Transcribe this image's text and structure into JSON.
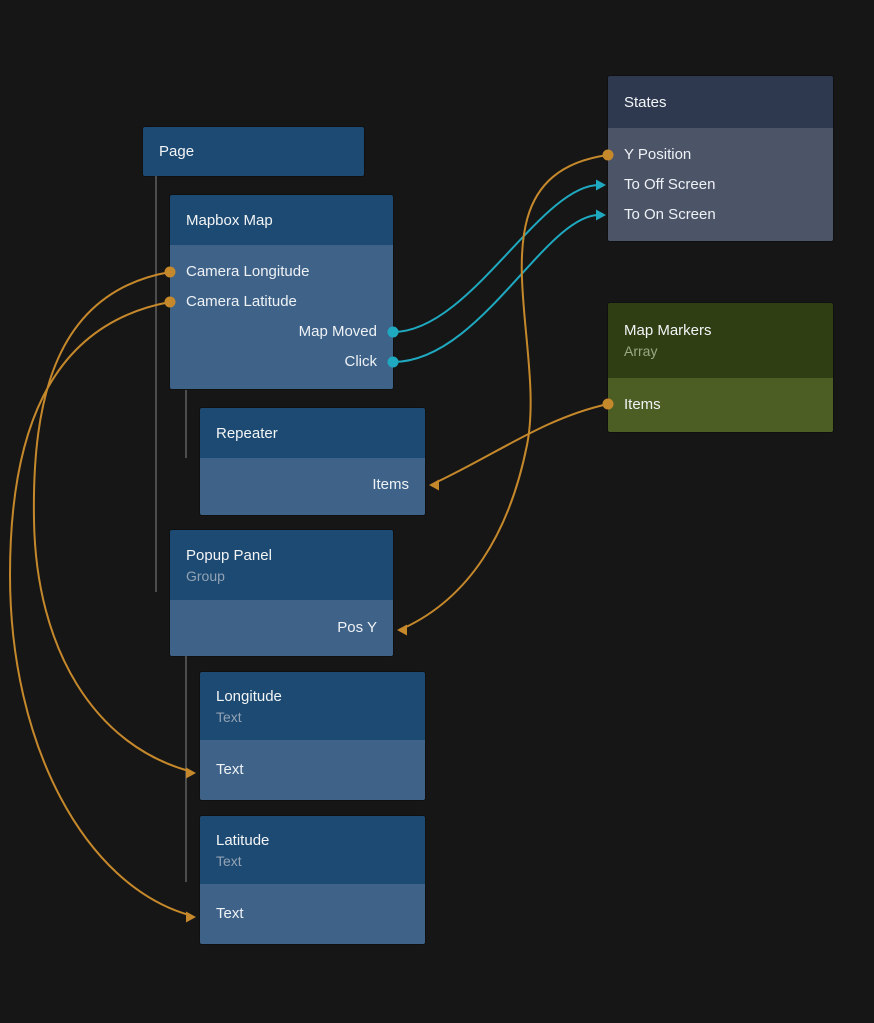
{
  "canvas": {
    "background": "#161616"
  },
  "colors": {
    "node_blue_header": "#1d4a72",
    "node_blue_body": "#3f6289",
    "node_slate_header": "#2e3950",
    "node_slate_body": "#4c5468",
    "node_green_header": "#2f3e13",
    "node_green_body": "#4d5e25",
    "wire_orange": "#c5882b",
    "wire_teal": "#1fa9c0",
    "tree_line": "#4d4d4d"
  },
  "nodes": {
    "page": {
      "title": "Page"
    },
    "mapbox_map": {
      "title": "Mapbox Map",
      "ports": {
        "camera_longitude": "Camera Longitude",
        "camera_latitude": "Camera Latitude",
        "map_moved": "Map Moved",
        "click": "Click"
      }
    },
    "states": {
      "title": "States",
      "ports": {
        "y_position": "Y Position",
        "to_off_screen": "To Off Screen",
        "to_on_screen": "To On Screen"
      }
    },
    "map_markers": {
      "title": "Map Markers",
      "subtitle": "Array",
      "ports": {
        "items": "Items"
      }
    },
    "repeater": {
      "title": "Repeater",
      "ports": {
        "items": "Items"
      }
    },
    "popup_panel": {
      "title": "Popup Panel",
      "subtitle": "Group",
      "ports": {
        "pos_y": "Pos Y"
      }
    },
    "longitude": {
      "title": "Longitude",
      "subtitle": "Text",
      "ports": {
        "text": "Text"
      }
    },
    "latitude": {
      "title": "Latitude",
      "subtitle": "Text",
      "ports": {
        "text": "Text"
      }
    }
  },
  "connections": [
    {
      "from": "Mapbox Map.Map Moved",
      "to": "States.To Off Screen",
      "color": "#1fa9c0"
    },
    {
      "from": "Mapbox Map.Click",
      "to": "States.To On Screen",
      "color": "#1fa9c0"
    },
    {
      "from": "States.Y Position",
      "to": "Popup Panel.Pos Y",
      "color": "#c5882b"
    },
    {
      "from": "Map Markers.Items",
      "to": "Repeater.Items",
      "color": "#c5882b"
    },
    {
      "from": "Mapbox Map.Camera Longitude",
      "to": "Longitude.Text",
      "color": "#c5882b"
    },
    {
      "from": "Mapbox Map.Camera Latitude",
      "to": "Latitude.Text",
      "color": "#c5882b"
    }
  ]
}
